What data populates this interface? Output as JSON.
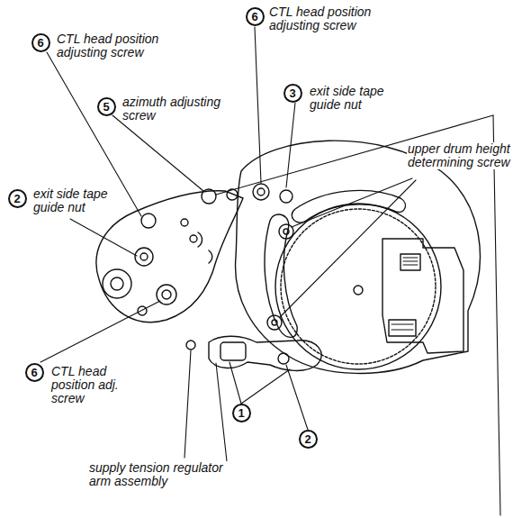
{
  "diagram": {
    "nodes": [
      {
        "text": [
          "6"
        ]
      },
      {
        "text": [
          "6"
        ]
      },
      {
        "text": [
          "5"
        ]
      },
      {
        "text": [
          "3"
        ]
      },
      {
        "text": [
          "2"
        ]
      },
      {
        "text": [
          "6"
        ]
      },
      {
        "text": [
          "1"
        ]
      },
      {
        "text": [
          "2"
        ]
      }
    ],
    "labels": [
      "CTL head position adjusting screw",
      "CTL head position adjusting screw",
      "azimuth adjusting screw",
      "exit side tape guide nut",
      "upper drum height determining screw",
      "exit side tape guide nut",
      "CTL head position adj. screw",
      "supply tension regulator arm assembly"
    ]
  }
}
